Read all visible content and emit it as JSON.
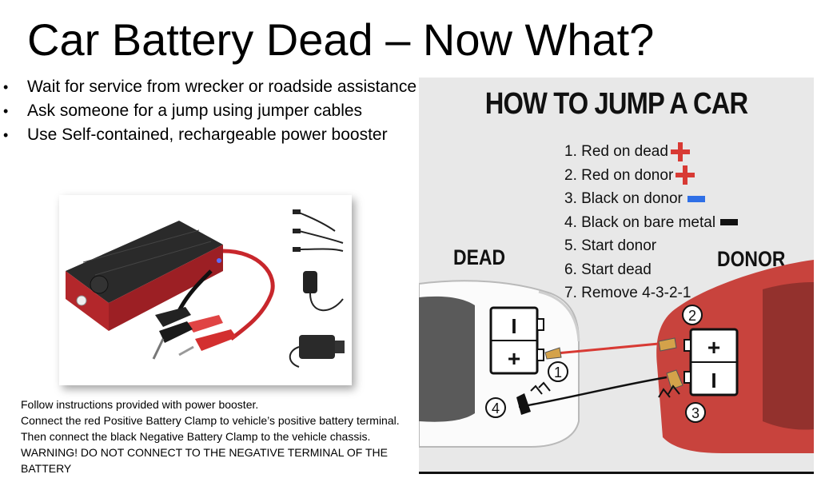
{
  "slide": {
    "title": "Car Battery Dead – Now What?",
    "bullets": [
      "Wait for service from wrecker or roadside assistance",
      "Ask someone for a jump using jumper cables",
      "Use Self-contained, rechargeable power booster"
    ],
    "note_lines": [
      "Follow instructions provided with power booster.",
      "Connect the red Positive Battery Clamp to vehicle’s positive battery terminal.  Then connect the black Negative Battery Clamp to the vehicle chassis. WARNING! DO NOT CONNECT TO THE NEGATIVE TERMINAL OF THE BATTERY"
    ]
  },
  "infographic": {
    "title": "HOW TO JUMP A CAR",
    "steps": [
      {
        "text": "1. Red on dead",
        "mark": "red-plus"
      },
      {
        "text": "2. Red on donor",
        "mark": "red-plus"
      },
      {
        "text": "3. Black on donor",
        "mark": "blue-bar"
      },
      {
        "text": "4. Black on bare metal",
        "mark": "black-bar"
      },
      {
        "text": "5. Start donor",
        "mark": ""
      },
      {
        "text": "6. Start dead",
        "mark": ""
      },
      {
        "text": "7. Remove 4-3-2-1",
        "mark": ""
      }
    ],
    "dead_label": "DEAD",
    "donor_label": "DONOR",
    "dead_battery": {
      "top_symbol": "I",
      "bottom_symbol": "+"
    },
    "donor_battery": {
      "top_symbol": "+",
      "bottom_symbol": "I"
    },
    "circle_numbers": {
      "one": "1",
      "two": "2",
      "three": "3",
      "four": "4"
    },
    "colors": {
      "red": "#d83a34",
      "blue": "#2f6fe6",
      "black": "#111111",
      "donor_car": "#c8433d"
    }
  },
  "product_photo": {
    "icons": [
      "power-booster-icon",
      "red-clamp-icon",
      "black-clamp-icon",
      "usb-cable-icon",
      "car-charger-icon",
      "wall-charger-icon"
    ],
    "colors": {
      "body_red": "#b3272b",
      "top_black": "#2a2a2a"
    }
  }
}
